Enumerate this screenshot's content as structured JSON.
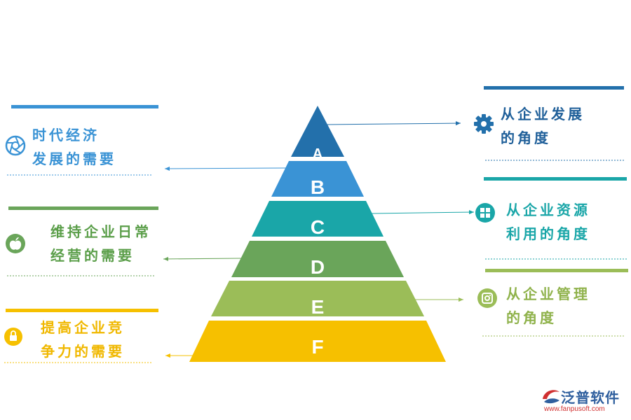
{
  "colors": {
    "a": "#2370ab",
    "b": "#3a93d5",
    "c": "#1aa6a8",
    "d": "#6aa55a",
    "e": "#9bbd58",
    "f": "#f6c000",
    "arrow_left_top": "#3a93d5",
    "arrow_left_mid": "#6aa55a",
    "arrow_left_bot": "#f6c000",
    "arrow_right_top": "#2370ab",
    "arrow_right_mid": "#1aa6a8",
    "arrow_right_bot": "#9bbd58"
  },
  "pyramid": {
    "levels": [
      "A",
      "B",
      "C",
      "D",
      "E",
      "F"
    ]
  },
  "left_items": [
    {
      "line1": "时代经济",
      "line2": "发展的需要",
      "color": "#3a93d5",
      "icon": "aperture-icon"
    },
    {
      "line1": "维持企业日常",
      "line2": "经营的需要",
      "color": "#5a9e49",
      "icon": "apple-icon"
    },
    {
      "line1": "提高企业竞",
      "line2": "争力的需要",
      "color": "#f0b800",
      "icon": "lock-icon"
    }
  ],
  "right_items": [
    {
      "line1": "从企业发展",
      "line2": "的角度",
      "color": "#1f5f99",
      "icon": "gear-icon"
    },
    {
      "line1": "从企业资源",
      "line2": "利用的角度",
      "color": "#1aa6a8",
      "icon": "windows-icon"
    },
    {
      "line1": "从企业管理",
      "line2": "的角度",
      "color": "#8fb24b",
      "icon": "instagram-icon"
    }
  ],
  "brand": {
    "name": "泛普软件",
    "url": "www.fanpusoft.com"
  }
}
